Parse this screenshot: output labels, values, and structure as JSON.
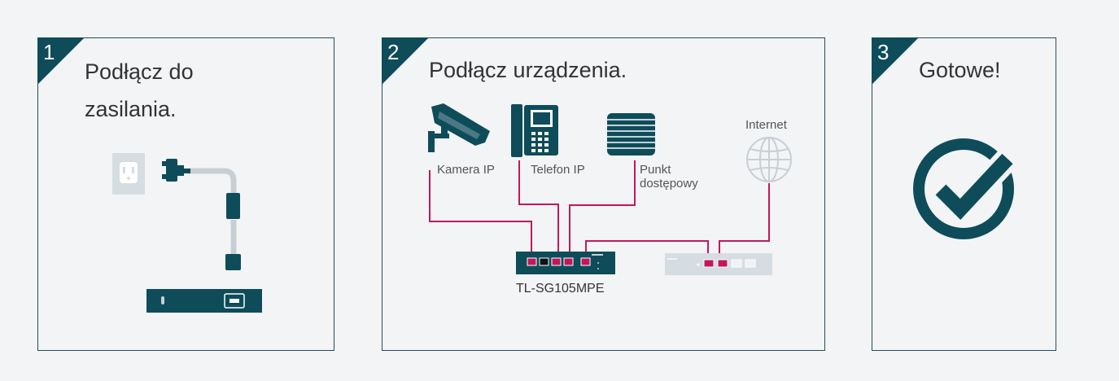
{
  "steps": [
    {
      "number": "1",
      "title": "Podłącz do\nzasilania."
    },
    {
      "number": "2",
      "title": "Podłącz urządzenia."
    },
    {
      "number": "3",
      "title": "Gotowe!"
    }
  ],
  "devices": {
    "camera": "Kamera IP",
    "phone": "Telefon IP",
    "ap_line1": "Punkt",
    "ap_line2": "dostępowy",
    "internet": "Internet",
    "switch_model": "TL-SG105MPE"
  },
  "colors": {
    "accent": "#0e4c5a",
    "cable": "#c2185b",
    "panel_border": "#2a4a5a"
  },
  "icons": [
    "wall-outlet-icon",
    "power-plug-icon",
    "power-port-icon",
    "ip-camera-icon",
    "ip-phone-icon",
    "access-point-icon",
    "globe-icon",
    "checkmark-circle-icon"
  ]
}
